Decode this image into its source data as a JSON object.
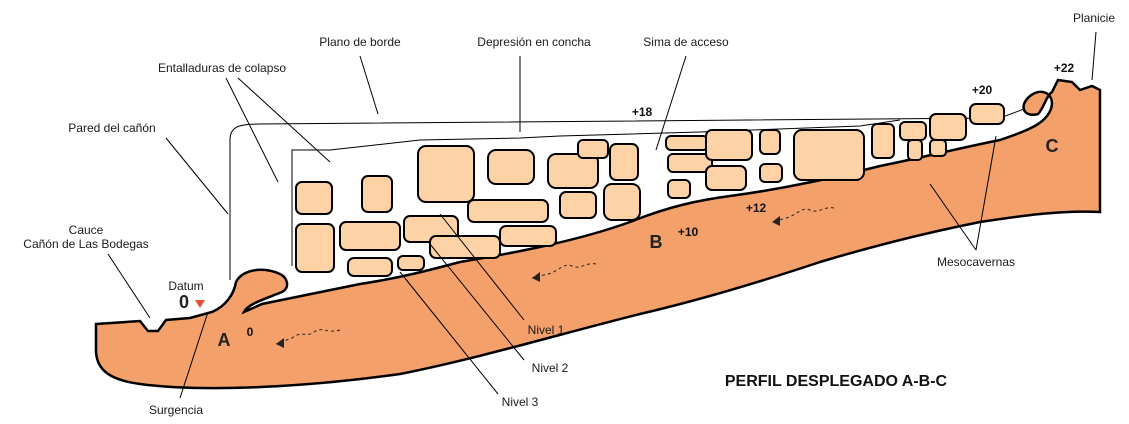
{
  "title": "PERFIL DESPLEGADO A-B-C",
  "colors": {
    "rock": "#f4a06a",
    "blocks": "#fdd2a6",
    "outline": "#000000",
    "datum_marker": "#e2503a"
  },
  "labels": {
    "planicie": "Planicie",
    "plano_de_borde": "Plano de borde",
    "depresion_en_concha": "Depresión en concha",
    "sima_de_acceso": "Sima de acceso",
    "entalladuras_de_colapso": "Entalladuras de colapso",
    "pared_del_canon": "Pared del cañón",
    "cauce": "Cauce",
    "canon_de_las_bodegas": "Cañón de Las Bodegas",
    "datum": "Datum",
    "mesocavernas": "Mesocavernas",
    "nivel_1": "Nivel 1",
    "nivel_2": "Nivel 2",
    "nivel_3": "Nivel 3",
    "surgencia": "Surgencia"
  },
  "points": {
    "A": "A",
    "B": "B",
    "C": "C"
  },
  "elevations": {
    "datum": "0",
    "a": "0",
    "b": "+10",
    "b_upper": "+12",
    "sima": "+18",
    "c": "+20",
    "planicie": "+22"
  },
  "icons": {
    "datum_marker": "triangle-down-icon",
    "flow_arrow": "dashed-arrow-left-icon"
  }
}
